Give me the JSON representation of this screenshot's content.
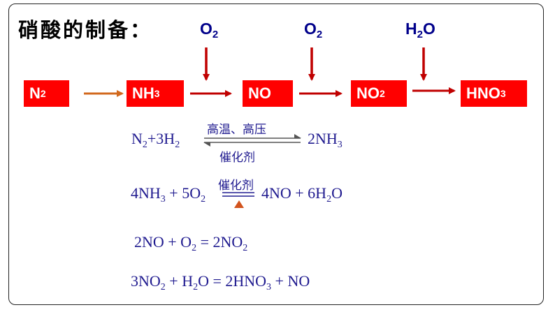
{
  "title": "硝酸的制备：",
  "chain": {
    "boxes": [
      {
        "main": "N",
        "sub": "2",
        "rest": ""
      },
      {
        "main": "NH",
        "sub": "3",
        "rest": ""
      },
      {
        "main": "NO",
        "sub": "",
        "rest": ""
      },
      {
        "main": "NO",
        "sub": "2",
        "rest": ""
      },
      {
        "main": "HNO",
        "sub": "3",
        "rest": ""
      }
    ],
    "reagents": [
      {
        "main": "O",
        "sub": "2",
        "rest": ""
      },
      {
        "main": "O",
        "sub": "2",
        "rest": ""
      },
      {
        "main": "H",
        "sub": "2",
        "rest": "O"
      }
    ]
  },
  "equations": {
    "eq1": {
      "lhs": {
        "a": "N",
        "a_sub": "2",
        "b": "+3H",
        "b_sub": "2"
      },
      "cond_top": "高温、高压",
      "cond_bottom": "催化剂",
      "rhs": {
        "a": "2NH",
        "a_sub": "3"
      }
    },
    "eq2": {
      "lhs": {
        "a": "4NH",
        "a_sub": "3",
        "b": " + 5O",
        "b_sub": "2"
      },
      "cond_top": "催化剂",
      "rhs": {
        "a": "4NO + 6H",
        "a_sub": "2",
        "b": "O"
      }
    },
    "eq3": {
      "a": "2NO + O",
      "a_sub": "2",
      "b": " = 2NO",
      "b_sub": "2"
    },
    "eq4": {
      "a": "3NO",
      "a_sub": "2",
      "b": " + H",
      "b_sub": "2",
      "c": "O =  2HNO",
      "c_sub": "3",
      "d": " + NO"
    }
  },
  "colors": {
    "box_fill": "#ff0000",
    "box_text": "#ffffff",
    "arrow": "#c00000",
    "first_arrow": "#d2691e",
    "reagent_text": "#00008b",
    "equation_text": "#1f1a8f",
    "triangle": "#d2541e"
  }
}
